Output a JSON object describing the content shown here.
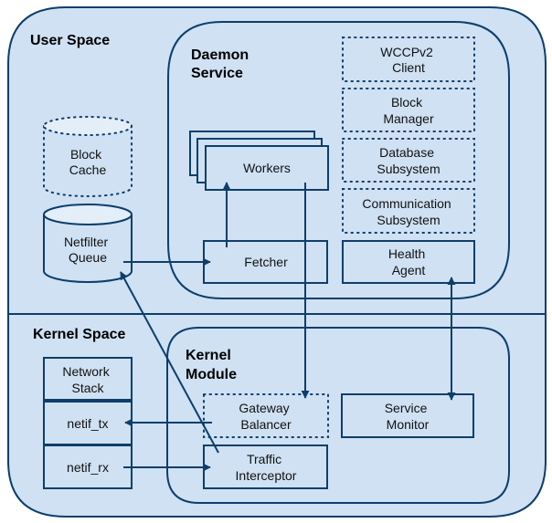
{
  "colors": {
    "fill": "#cfe1f3",
    "cylinder_top": "#e3eef9",
    "stroke": "#0e3e6b",
    "text": "#111111"
  },
  "regions": {
    "user_space": "User Space",
    "kernel_space": "Kernel Space"
  },
  "containers": {
    "daemon_service": [
      "Daemon",
      "Service"
    ],
    "kernel_module": [
      "Kernel",
      "Module"
    ]
  },
  "nodes": {
    "block_cache": [
      "Block",
      "Cache"
    ],
    "netfilter_queue": [
      "Netfilter",
      "Queue"
    ],
    "workers": [
      "Workers"
    ],
    "fetcher": [
      "Fetcher"
    ],
    "wccpv2_client": [
      "WCCPv2",
      "Client"
    ],
    "block_manager": [
      "Block",
      "Manager"
    ],
    "database_subsystem": [
      "Database",
      "Subsystem"
    ],
    "communication_subsystem": [
      "Communication",
      "Subsystem"
    ],
    "health_agent": [
      "Health",
      "Agent"
    ],
    "network_stack": [
      "Network",
      "Stack"
    ],
    "netif_tx": [
      "netif_tx"
    ],
    "netif_rx": [
      "netif_rx"
    ],
    "gateway_balancer": [
      "Gateway",
      "Balancer"
    ],
    "service_monitor": [
      "Service",
      "Monitor"
    ],
    "traffic_interceptor": [
      "Traffic",
      "Interceptor"
    ]
  },
  "edges": [
    {
      "from": "netfilter_queue",
      "to": "fetcher"
    },
    {
      "from": "fetcher",
      "to": "workers"
    },
    {
      "from": "workers",
      "to": "gateway_balancer"
    },
    {
      "from": "health_agent",
      "to": "service_monitor",
      "bidirectional": true
    },
    {
      "from": "gateway_balancer",
      "to": "netif_tx"
    },
    {
      "from": "netif_rx",
      "to": "traffic_interceptor"
    },
    {
      "from": "traffic_interceptor",
      "to": "netfilter_queue"
    }
  ]
}
